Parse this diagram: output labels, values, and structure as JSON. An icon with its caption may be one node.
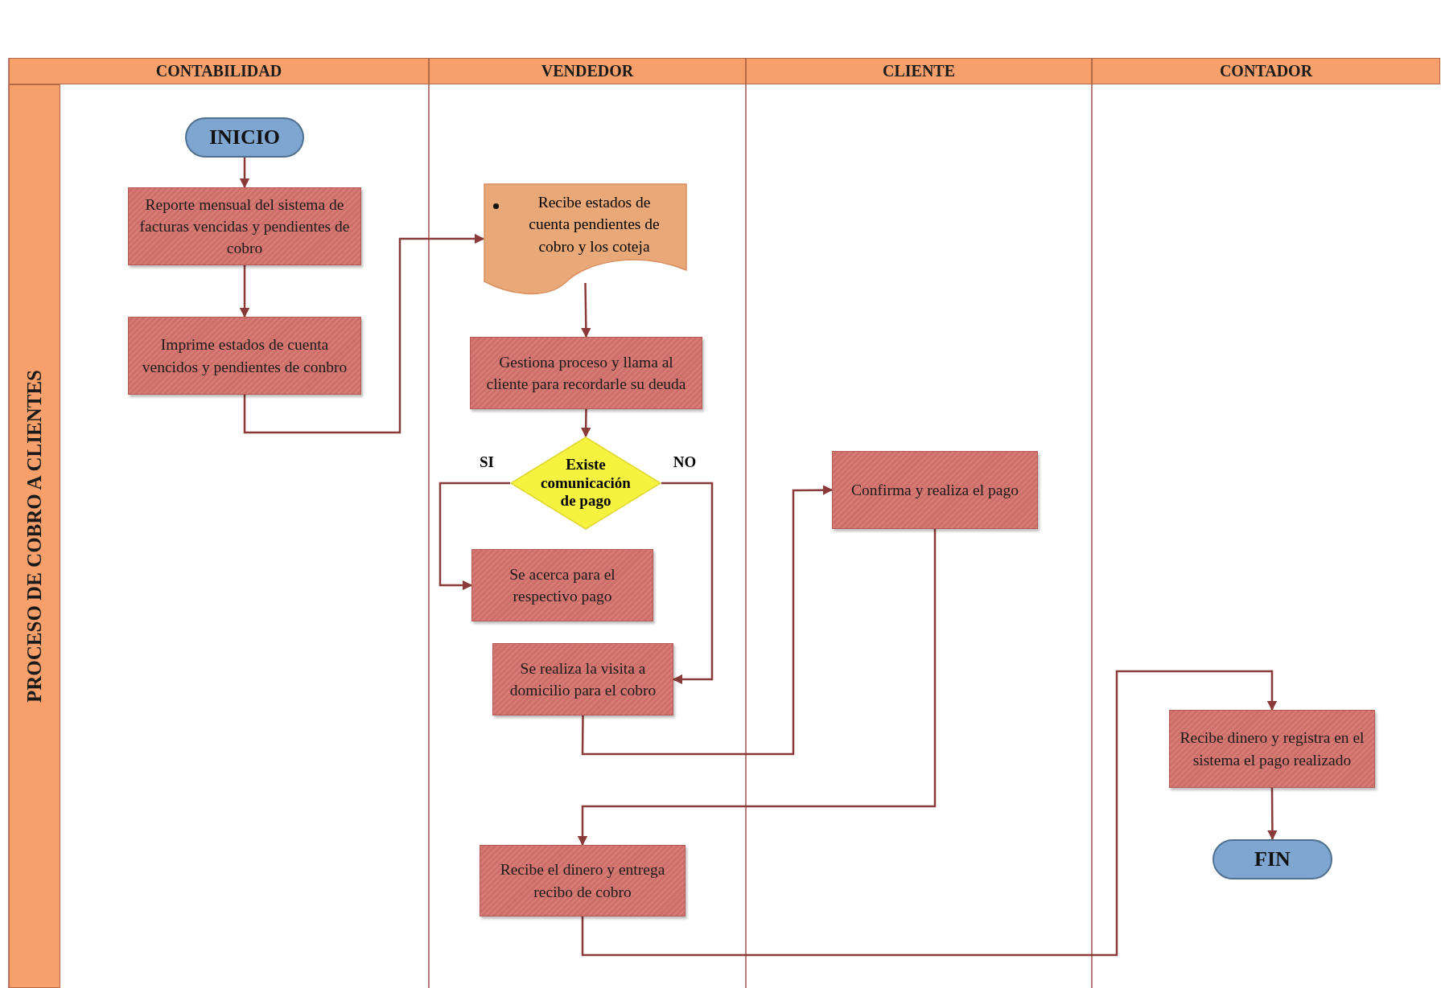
{
  "diagram": {
    "nodes": [
      {
        "text": [
          "CONTABILIDAD"
        ]
      },
      {
        "text": [
          "VENDEDOR"
        ]
      },
      {
        "text": [
          "CLIENTE"
        ]
      },
      {
        "text": [
          "CONTADOR"
        ]
      },
      {
        "text": [
          "PROCESO DE COBRO A CLIENTES"
        ]
      },
      {
        "text": [
          "INICIO"
        ]
      },
      {
        "text": [
          "Reporte mensual del sistema de facturas vencidas y pendientes de cobro"
        ]
      },
      {
        "text": [
          "Imprime estados de cuenta vencidos y pendientes de conbro"
        ]
      },
      {
        "text": [
          "Recibe estados de cuenta pendientes de cobro y los coteja"
        ]
      },
      {
        "text": [
          "Gestiona proceso y llama al cliente para recordarle su deuda"
        ]
      },
      {
        "text": [
          "Existe comunicación de pago"
        ]
      },
      {
        "text": [
          "Se acerca para el respectivo pago"
        ]
      },
      {
        "text": [
          "Se realiza la visita a domicilio para el cobro"
        ]
      },
      {
        "text": [
          "Confirma y realiza el pago"
        ]
      },
      {
        "text": [
          "Recibe el dinero y entrega recibo de cobro"
        ]
      },
      {
        "text": [
          "Recibe dinero y registra en el sistema el pago realizado"
        ]
      },
      {
        "text": [
          "FIN"
        ]
      }
    ],
    "edges": [
      {
        "from": 5,
        "to": 6,
        "arrow": "to"
      },
      {
        "from": 6,
        "to": 7,
        "arrow": "to"
      },
      {
        "from": 7,
        "to": 8,
        "arrow": "to"
      },
      {
        "from": 8,
        "to": 9,
        "arrow": "to"
      },
      {
        "from": 9,
        "to": 10,
        "arrow": "to"
      },
      {
        "from": 10,
        "to": 11,
        "arrow": "to",
        "label": "SI"
      },
      {
        "from": 10,
        "to": 12,
        "arrow": "to",
        "label": "NO"
      },
      {
        "from": 12,
        "to": 13,
        "arrow": "to"
      },
      {
        "from": 13,
        "to": 14,
        "arrow": "to"
      },
      {
        "from": 14,
        "to": 15,
        "arrow": "to"
      },
      {
        "from": 15,
        "to": 16,
        "arrow": "to"
      }
    ]
  }
}
